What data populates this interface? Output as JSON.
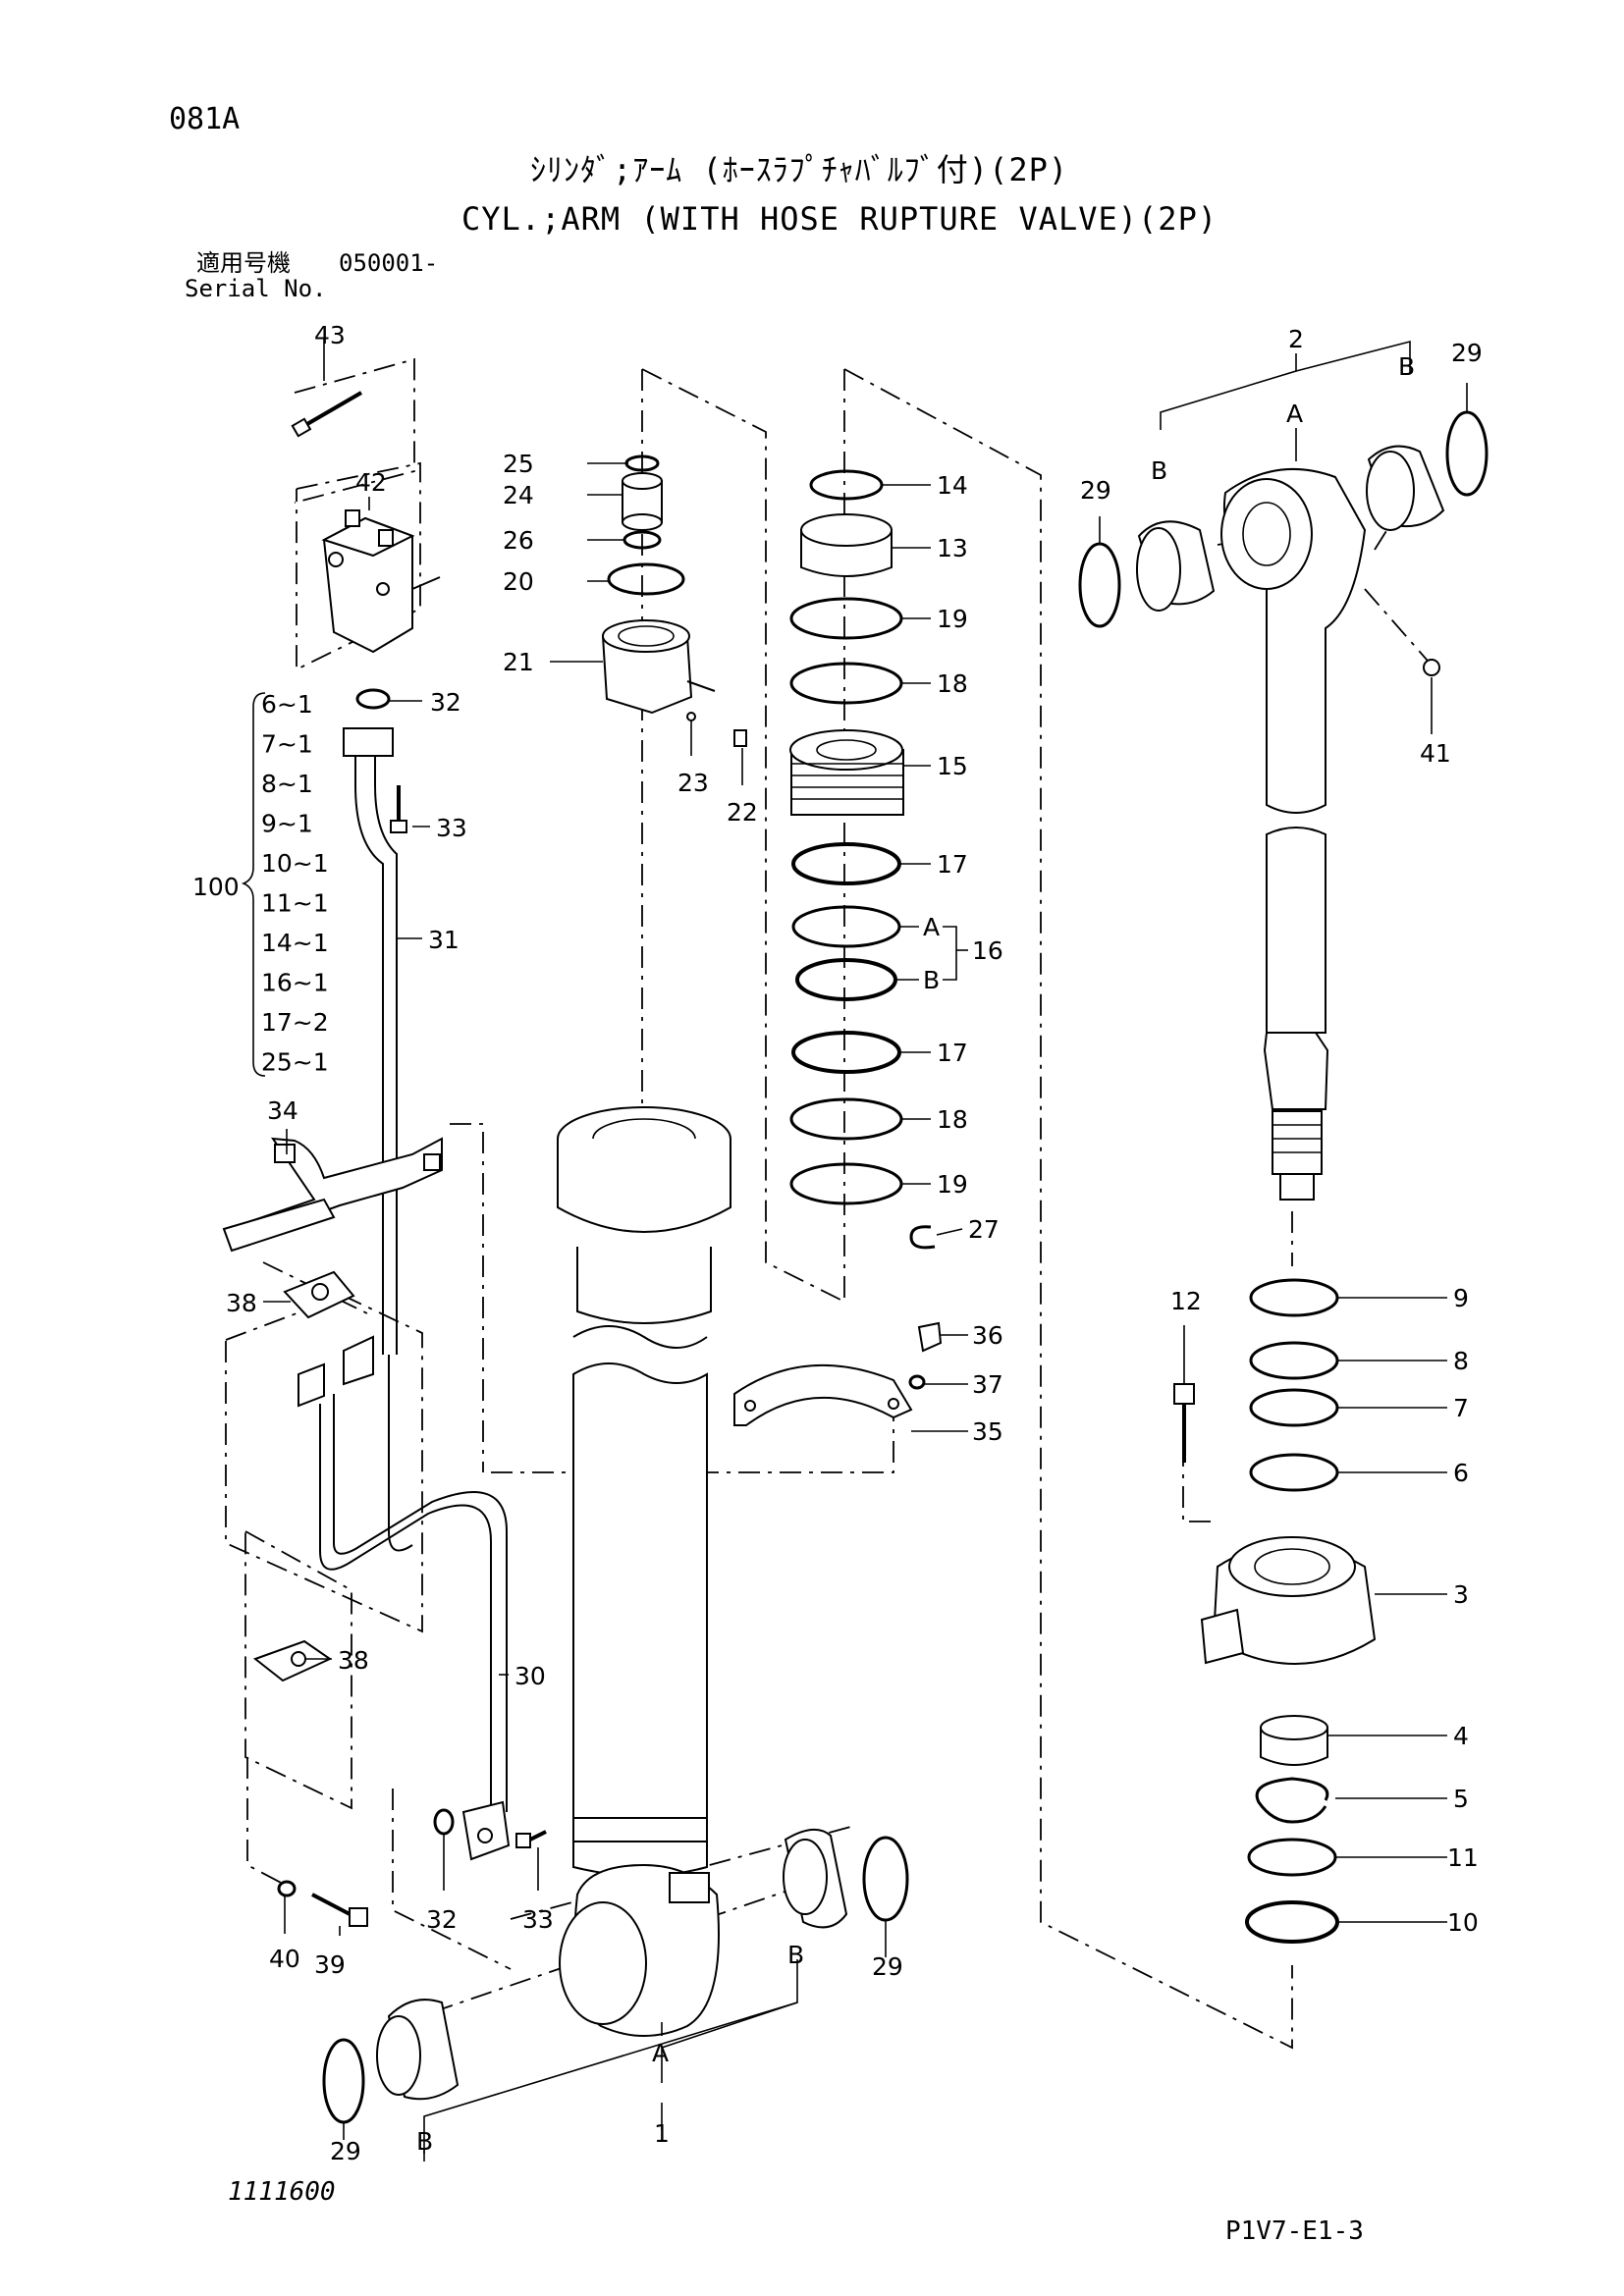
{
  "page_code": "081A",
  "title_jp": "ｼﾘﾝﾀﾞ;ｱｰﾑ (ﾎｰｽﾗﾌﾟﾁｬﾊﾞﾙﾌﾞ付)(2P)",
  "title_en": "CYL.;ARM (WITH HOSE RUPTURE VALVE)(2P)",
  "serial": {
    "label_jp": "適用号機",
    "value": "050001-",
    "label_en": "Serial No."
  },
  "group_label": "100",
  "group_items": [
    "6~1",
    "7~1",
    "8~1",
    "9~1",
    "10~1",
    "11~1",
    "14~1",
    "16~1",
    "17~2",
    "25~1"
  ],
  "callouts": {
    "c1": "1",
    "c2": "2",
    "c3": "3",
    "c4": "4",
    "c5": "5",
    "c6": "6",
    "c7": "7",
    "c8": "8",
    "c9": "9",
    "c10": "10",
    "c11": "11",
    "c12": "12",
    "c13": "13",
    "c14": "14",
    "c15": "15",
    "c16": "16",
    "c17a": "17",
    "c17b": "17",
    "c18a": "18",
    "c18b": "18",
    "c19a": "19",
    "c19b": "19",
    "c20": "20",
    "c21": "21",
    "c22": "22",
    "c23": "23",
    "c24": "24",
    "c25": "25",
    "c26": "26",
    "c27": "27",
    "c29a": "29",
    "c29b": "29",
    "c29c": "29",
    "c29d": "29",
    "c30": "30",
    "c31": "31",
    "c32a": "32",
    "c32b": "32",
    "c33a": "33",
    "c33b": "33",
    "c34": "34",
    "c35": "35",
    "c36": "36",
    "c37": "37",
    "c38a": "38",
    "c38b": "38",
    "c39": "39",
    "c40": "40",
    "c41": "41",
    "c42": "42",
    "c43": "43"
  },
  "letters": {
    "a_top": "A",
    "b_top_left": "B",
    "b_top_right": "B",
    "a_16": "A",
    "b_16": "B",
    "a_bottom": "A",
    "b_bottom_right": "B",
    "b_bottom_left": "B"
  },
  "footer_left": "1111600",
  "footer_right": "P1V7-E1-3"
}
